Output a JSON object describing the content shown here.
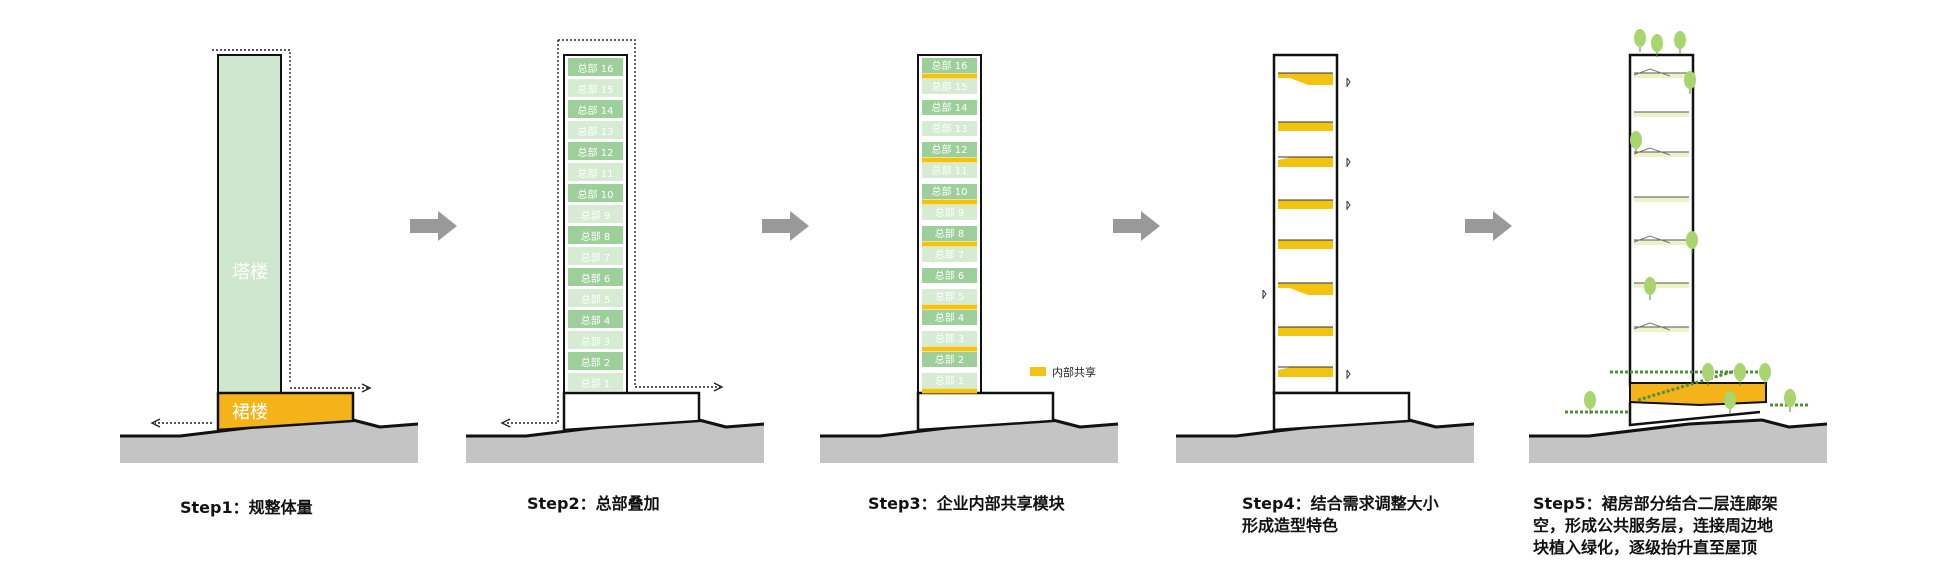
{
  "colors": {
    "tower_green": "#cfe7cf",
    "floor_green": "#9ccf99",
    "floor_light": "#d5ebd2",
    "podium_orange": "#f5b31a",
    "share_yellow": "#f2c311",
    "ground_gray": "#c4c4c4",
    "arrow_gray": "#999999",
    "tree_green": "#a8d56d"
  },
  "labels": {
    "tower": "塔楼",
    "podium": "裙楼",
    "legend_share": "内部共享"
  },
  "floors": [
    "总部 16",
    "总部 15",
    "总部 14",
    "总部 13",
    "总部 12",
    "总部 11",
    "总部 10",
    "总部 9",
    "总部 8",
    "总部 7",
    "总部 6",
    "总部 5",
    "总部 4",
    "总部 3",
    "总部 2",
    "总部 1"
  ],
  "steps": [
    {
      "caption": "Step1：规整体量"
    },
    {
      "caption": "Step2：总部叠加"
    },
    {
      "caption": "Step3：企业内部共享模块"
    },
    {
      "caption": "Step4：结合需求调整大小",
      "caption2": "形成造型特色"
    },
    {
      "caption": "Step5：裙房部分结合二层连廊架",
      "caption2": "空，形成公共服务层，连接周边地",
      "caption3": "块植入绿化，逐级抬升直至屋顶"
    }
  ]
}
